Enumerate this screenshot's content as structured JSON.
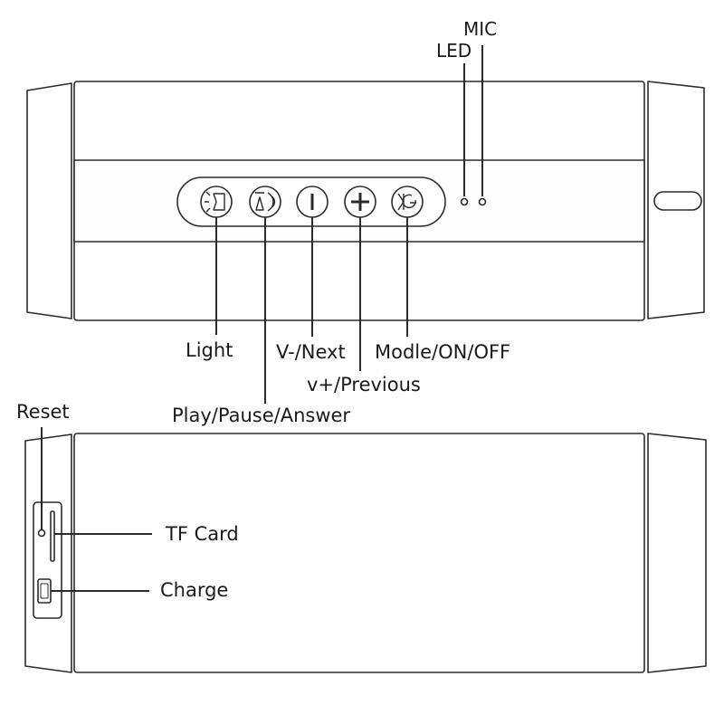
{
  "top_view": {
    "labels": {
      "mic": "MIC",
      "led": "LED",
      "light": "Light",
      "play_pause_answer": "Play/Pause/Answer",
      "volume_down_next": "V-/Next",
      "volume_up_previous": "v+/Previous",
      "mode_on_off": "Modle/ON/OFF"
    }
  },
  "side_view": {
    "labels": {
      "reset": "Reset",
      "tf_card": "TF Card",
      "charge": "Charge"
    }
  },
  "colors": {
    "line": "#2b2b2b",
    "fill": "#ffffff"
  }
}
